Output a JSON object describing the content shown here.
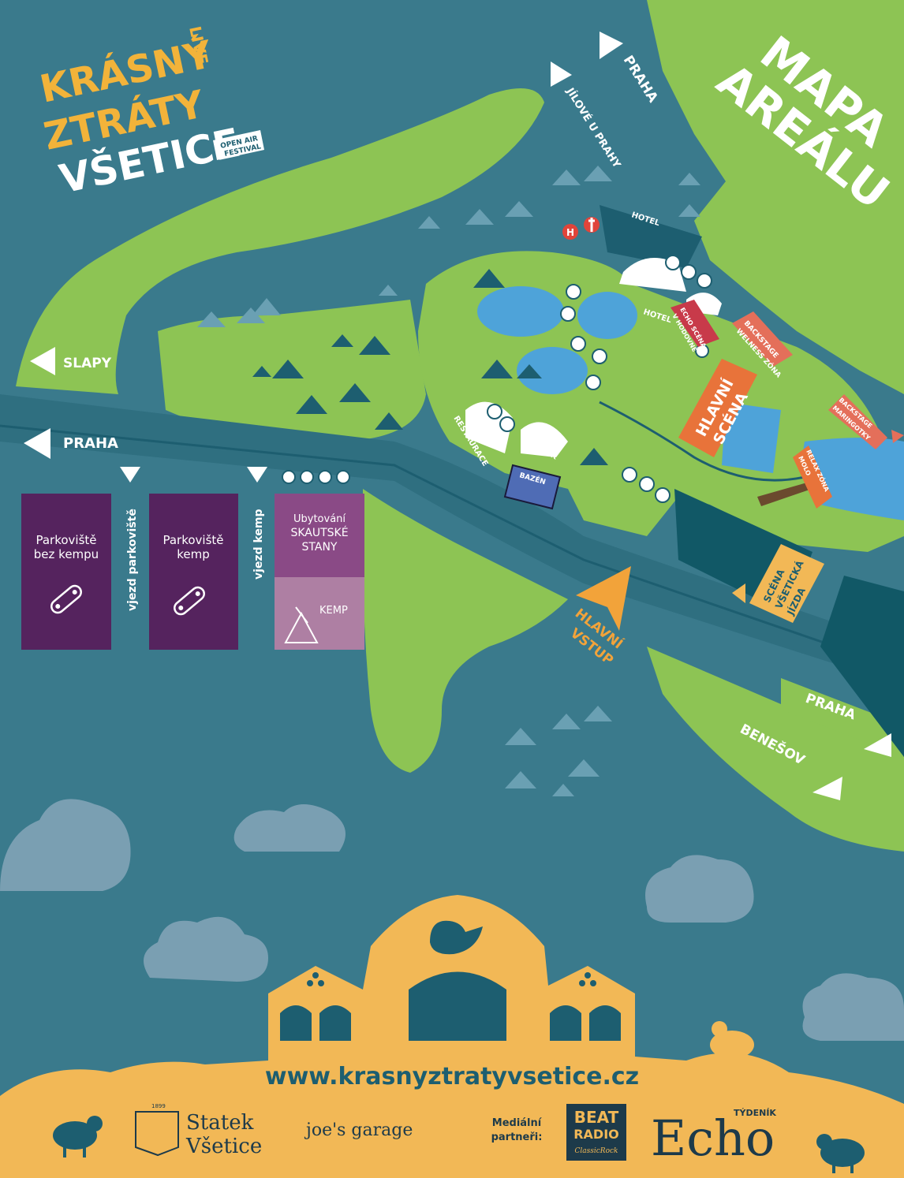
{
  "logo": {
    "line1": "KRÁSNÝ",
    "line2": "ZTRÁTY",
    "line3": "VŠETICE",
    "live": "LIVE",
    "open_air_1": "OPEN AIR",
    "open_air_2": "FESTIVAL"
  },
  "map_title": {
    "line1": "MAPA",
    "line2": "AREÁLU"
  },
  "directions": {
    "praha_top": "PRAHA",
    "jilove": "JÍLOVÉ U PRAHY",
    "slapy": "SLAPY",
    "praha_left": "PRAHA",
    "praha_bottom": "PRAHA",
    "benesov": "BENEŠOV"
  },
  "places": {
    "hotel_top": "HOTEL",
    "hotel_mid": "HOTEL",
    "restaurace": "RESTAURACE",
    "statek": "STATEK",
    "bazen": "BAZÉN",
    "h_icon": "H",
    "main_entrance_1": "HLAVNÍ",
    "main_entrance_2": "VSTUP"
  },
  "stages": {
    "hlavni_1": "HLAVNÍ",
    "hlavni_2": "SCÉNA",
    "echo_1": "ECHO SCÉNA",
    "echo_2": "V HODOVNĚ",
    "backstage_wellness_1": "BACKSTAGE",
    "backstage_wellness_2": "WELNESS ZÓNA",
    "backstage_maringotky_1": "BACKSTAGE",
    "backstage_maringotky_2": "MARINGOTKY",
    "relax_1": "RELAX ZÓNA",
    "relax_2": "MOLO",
    "vseticka_1": "SCÉNA",
    "vseticka_2": "VŠETICKÁ",
    "vseticka_3": "JÍZDA"
  },
  "parking": {
    "lot1_1": "Parkoviště",
    "lot1_2": "bez kempu",
    "entrance_parking": "vjezd parkoviště",
    "lot2_1": "Parkoviště",
    "lot2_2": "kemp",
    "entrance_camp": "vjezd kemp",
    "stany_1": "Ubytování",
    "stany_2": "SKAUTSKÉ",
    "stany_3": "STANY",
    "kemp": "KEMP"
  },
  "footer": {
    "url": "www.krasnyztratyvsetice.cz",
    "statek_1": "Statek",
    "statek_2": "Všetice",
    "statek_year": "1899",
    "joes": "joe's garage",
    "media_1": "Mediální",
    "media_2": "partneři:",
    "beat_1": "BEAT",
    "beat_2": "RADIO",
    "beat_3": "ClassicRock",
    "echo": "Echo",
    "tydenik": "TÝDENÍK"
  },
  "colors": {
    "water_dark": "#3a7a8c",
    "grass": "#8dc454",
    "pond": "#4ea3d9",
    "orange": "#e8733a",
    "salmon": "#e46f5a",
    "yellow": "#f2b856",
    "purple_dark": "#55235e",
    "purple_mid": "#8a4a86",
    "purple_light": "#ae7fa3"
  }
}
